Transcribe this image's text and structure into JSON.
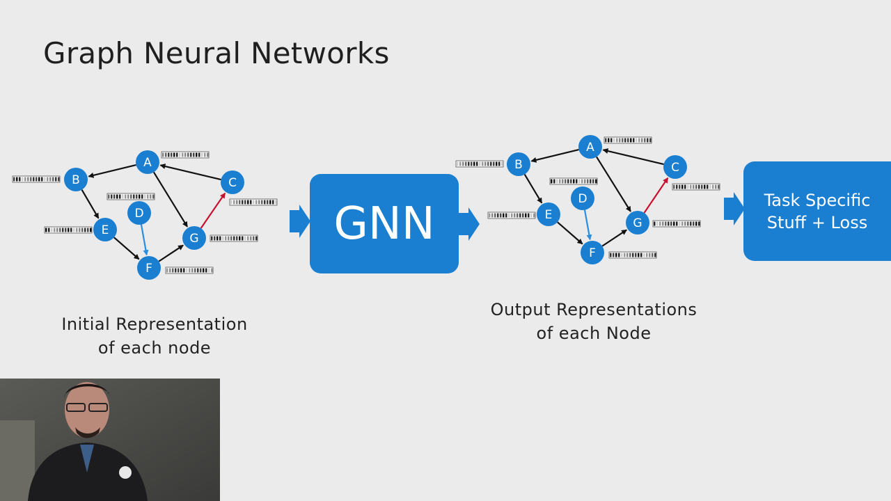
{
  "slide": {
    "title": "Graph Neural Networks",
    "gnn_label": "GNN",
    "task_box": {
      "line1": "Task Specific",
      "line2": "Stuff + Loss"
    },
    "caption_left": {
      "line1": "Initial Representation",
      "line2": "of each node"
    },
    "caption_right": {
      "line1": "Output Representations",
      "line2": "of each Node"
    }
  },
  "graph": {
    "nodes": [
      "A",
      "B",
      "C",
      "D",
      "E",
      "F",
      "G"
    ],
    "edges": [
      {
        "from": "A",
        "to": "B",
        "color": "#111111"
      },
      {
        "from": "C",
        "to": "A",
        "color": "#111111"
      },
      {
        "from": "A",
        "to": "G",
        "color": "#111111"
      },
      {
        "from": "B",
        "to": "E",
        "color": "#111111"
      },
      {
        "from": "E",
        "to": "F",
        "color": "#111111"
      },
      {
        "from": "F",
        "to": "G",
        "color": "#111111"
      },
      {
        "from": "D",
        "to": "F",
        "color": "#2a8de0"
      },
      {
        "from": "G",
        "to": "C",
        "color": "#c8102e"
      }
    ]
  },
  "colors": {
    "accent": "#1a7fd0",
    "background": "#ebebeb",
    "edge": "#111111",
    "edge_blue": "#2a8de0",
    "edge_red": "#c8102e"
  }
}
